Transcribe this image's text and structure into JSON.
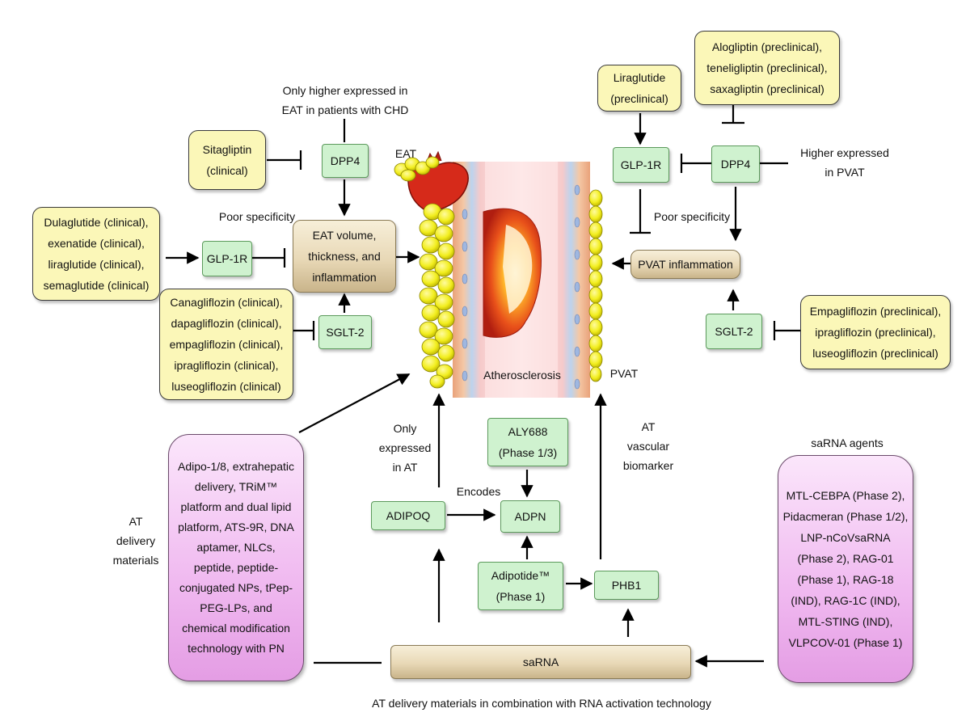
{
  "annotations": {
    "only_higher_eat": [
      "Only higher expressed in",
      "EAT in patients with CHD"
    ],
    "higher_pvat": [
      "Higher expressed",
      "in PVAT"
    ],
    "poor_specificity_left": "Poor specificity",
    "poor_specificity_right": "Poor specificity",
    "eat_label": "EAT",
    "pvat_label": "PVAT",
    "atherosclerosis_label": "Atherosclerosis",
    "only_expressed_at": [
      "Only",
      "expressed",
      "in AT"
    ],
    "encodes": "Encodes",
    "at_vascular_biomarker": [
      "AT",
      "vascular",
      "biomarker"
    ],
    "sarna_agents_title": "saRNA agents",
    "at_delivery_materials": [
      "AT",
      "delivery",
      "materials"
    ],
    "bottom_caption": "AT delivery materials in combination with RNA activation technology"
  },
  "drugs": {
    "sitagliptin": [
      "Sitagliptin",
      "(clinical)"
    ],
    "glp1_agonists_eat": [
      "Dulaglutide (clinical),",
      "exenatide (clinical),",
      "liraglutide (clinical),",
      "semaglutide (clinical)"
    ],
    "sglt2_eat": [
      "Canagliflozin (clinical),",
      "dapagliflozin (clinical),",
      "empagliflozin (clinical),",
      "ipragliflozin (clinical),",
      "luseogliflozin (clinical)"
    ],
    "liraglutide_pvat": [
      "Liraglutide",
      "(preclinical)"
    ],
    "dpp4_pvat": [
      "Alogliptin (preclinical),",
      "teneligliptin (preclinical),",
      "saxagliptin (preclinical)"
    ],
    "sglt2_pvat": [
      "Empagliflozin (preclinical),",
      "ipragliflozin (preclinical),",
      "luseogliflozin (preclinical)"
    ]
  },
  "targets": {
    "dpp4_eat": "DPP4",
    "glp1r_eat": "GLP-1R",
    "sglt2_eat": "SGLT-2",
    "glp1r_pvat": "GLP-1R",
    "dpp4_pvat": "DPP4",
    "sglt2_pvat": "SGLT-2",
    "aly688": [
      "ALY688",
      "(Phase 1/3)"
    ],
    "adipoq": "ADIPOQ",
    "adpn": "ADPN",
    "adipotide": [
      "Adipotide™",
      "(Phase 1)"
    ],
    "phb1": "PHB1"
  },
  "processes": {
    "eat_inflammation": [
      "EAT volume,",
      "thickness, and",
      "inflammation"
    ],
    "pvat_inflammation": "PVAT inflammation",
    "sarna": "saRNA"
  },
  "delivery_materials": [
    "Adipo-1/8, extrahepatic",
    "delivery, TRiM™",
    "platform and dual lipid",
    "platform, ATS-9R, DNA",
    "aptamer, NLCs,",
    "peptide, peptide-",
    "conjugated NPs, tPep-",
    "PEG-LPs, and",
    "chemical modification",
    "technology with PN"
  ],
  "sarna_agents": [
    "MTL-CEBPA (Phase 2),",
    "Pidacmeran (Phase 1/2),",
    "LNP-nCoVsaRNA",
    "(Phase 2), RAG-01",
    "(Phase 1), RAG-18",
    "(IND), RAG-1C (IND),",
    "MTL-STING (IND),",
    "VLPCOV-01 (Phase 1)"
  ],
  "colors": {
    "drug_fill": "#fbf7b8",
    "target_fill": "#cff2cf",
    "delivery_fill": "#f0b9f0",
    "process_fill": "#e8d8b6",
    "heart_red": "#d62a1a",
    "fat_yellow": "#f2ee1e",
    "vessel_pink": "#f6d2d2"
  }
}
